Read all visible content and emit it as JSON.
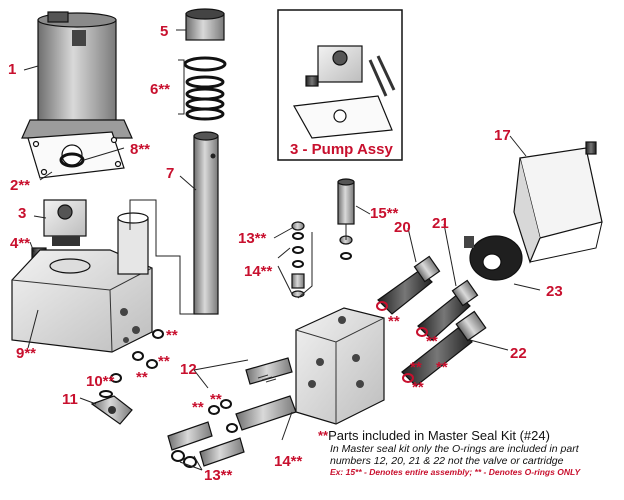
{
  "callouts": {
    "c1": "1",
    "c2": "2**",
    "c3": "3",
    "c3_pump": "3 - Pump Assy",
    "c4": "4**",
    "c5": "5",
    "c6": "6**",
    "c7": "7",
    "c8": "8**",
    "c9": "9**",
    "c10": "10**",
    "c11": "11",
    "c12": "12",
    "c13a": "13**",
    "c13b": "13**",
    "c14a": "14**",
    "c14b": "14**",
    "c15": "15**",
    "c17": "17",
    "c20": "20",
    "c21": "21",
    "c22": "22",
    "c23": "23"
  },
  "stars": "**",
  "notes": {
    "head_stars": "**",
    "head_text": "Parts included in Master Seal Kit (#24)",
    "body": "In Master seal kit only the O-rings are included in part numbers 12, 20, 21 & 22 not the valve or cartridge",
    "example": "Ex: 15** - Denotes entire assembly; ** - Denotes O-rings ONLY"
  },
  "colors": {
    "callout": "#c8102e",
    "metal": "#9a9a9a",
    "dark": "#2a2a2a"
  }
}
